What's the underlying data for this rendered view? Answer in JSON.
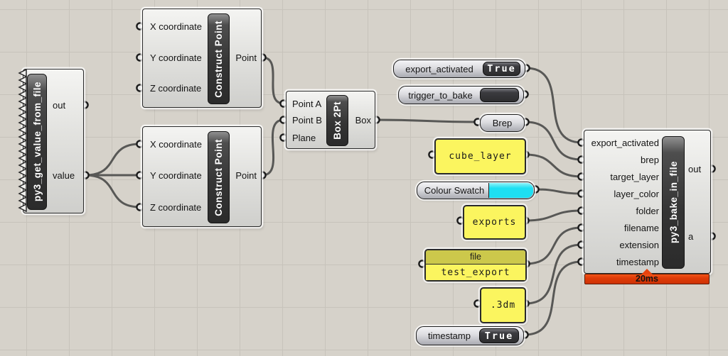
{
  "colors": {
    "wire": "#585856",
    "panel_yellow": "#FBF55F",
    "panel_header_yellow": "#CCC84B",
    "swatch_cyan": "#1EDFF2",
    "runtime_red": "#E8430E",
    "canvas_bg": "#D6D2CA",
    "grid_line": "#C7C3BB"
  },
  "nodes": {
    "get_value": {
      "title": "py3_get_value_from_file",
      "outputs": [
        "out",
        "value"
      ]
    },
    "cp_top": {
      "title": "Construct Point",
      "inputs": [
        "X coordinate",
        "Y coordinate",
        "Z coordinate"
      ],
      "output": "Point"
    },
    "cp_bottom": {
      "title": "Construct Point",
      "inputs": [
        "X coordinate",
        "Y coordinate",
        "Z coordinate"
      ],
      "output": "Point"
    },
    "box2pt": {
      "title": "Box 2Pt",
      "inputs": [
        "Point A",
        "Point B",
        "Plane"
      ],
      "output": "Box"
    },
    "export_toggle": {
      "label": "export_activated",
      "value": "True"
    },
    "trigger_button": {
      "label": "trigger_to_bake"
    },
    "brep_param": {
      "label": "Brep"
    },
    "cube_layer_panel": {
      "text": "cube_layer"
    },
    "colour_swatch": {
      "label": "Colour Swatch",
      "color": "#1EDFF2"
    },
    "exports_panel": {
      "text": "exports"
    },
    "file_panel": {
      "header": "file",
      "text": "test_export"
    },
    "extension_panel": {
      "text": ".3dm"
    },
    "timestamp_toggle": {
      "label": "timestamp",
      "value": "True"
    },
    "bake": {
      "title": "py3_bake_in_file",
      "inputs": [
        "export_activated",
        "brep",
        "target_layer",
        "layer_color",
        "folder",
        "filename",
        "extension",
        "timestamp"
      ],
      "outputs": [
        "out",
        "a"
      ],
      "runtime": "20ms"
    }
  },
  "connections": [
    {
      "from": "get_value.value",
      "to": "cp_bottom.x"
    },
    {
      "from": "get_value.value",
      "to": "cp_bottom.y"
    },
    {
      "from": "get_value.value",
      "to": "cp_bottom.z"
    },
    {
      "from": "cp_top.point",
      "to": "box2pt.point_a"
    },
    {
      "from": "cp_bottom.point",
      "to": "box2pt.point_b"
    },
    {
      "from": "box2pt.box",
      "to": "brep_param.in"
    },
    {
      "from": "export_toggle.out",
      "to": "bake.export_activated"
    },
    {
      "from": "brep_param.out",
      "to": "bake.brep"
    },
    {
      "from": "cube_layer_panel.out",
      "to": "bake.target_layer"
    },
    {
      "from": "colour_swatch.out",
      "to": "bake.layer_color"
    },
    {
      "from": "exports_panel.out",
      "to": "bake.folder"
    },
    {
      "from": "file_panel.out",
      "to": "bake.filename"
    },
    {
      "from": "extension_panel.out",
      "to": "bake.extension"
    },
    {
      "from": "timestamp_toggle.out",
      "to": "bake.timestamp"
    }
  ]
}
